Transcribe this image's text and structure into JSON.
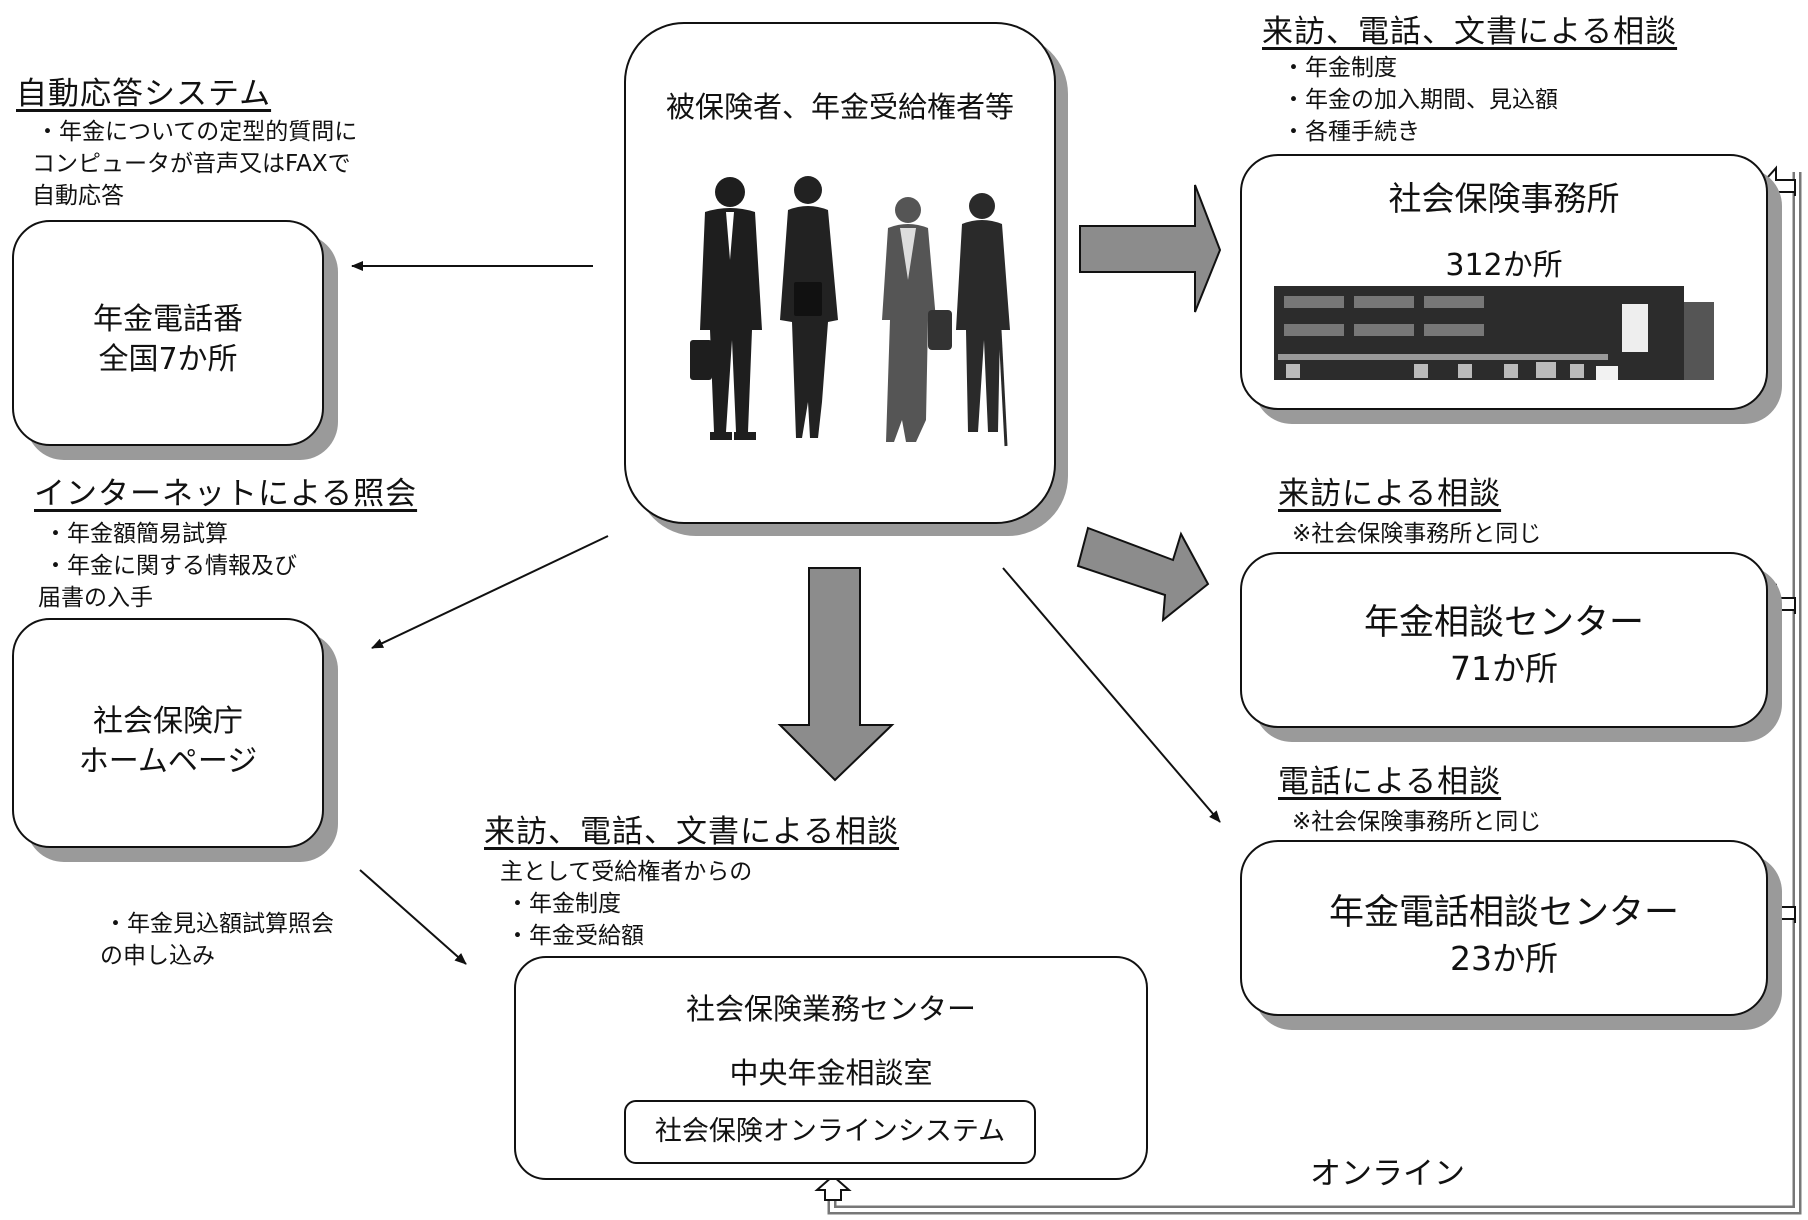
{
  "center": {
    "title": "被保険者、年金受給権者等",
    "people_icon": "people-group-icon"
  },
  "auto_response": {
    "heading": "自動応答システム",
    "lines": [
      "・年金についての定型的質問に",
      "コンピュータが音声又はFAXで",
      "自動応答"
    ],
    "box": {
      "line1": "年金電話番",
      "line2": "全国7か所"
    }
  },
  "internet": {
    "heading": "インターネットによる照会",
    "lines": [
      "・年金額簡易試算",
      "・年金に関する情報及び",
      "届書の入手"
    ],
    "box": {
      "line1": "社会保険庁",
      "line2": "ホームページ"
    },
    "note_lines": [
      "・年金見込額試算照会",
      "の申し込み"
    ]
  },
  "office": {
    "heading": "来訪、電話、文書による相談",
    "lines": [
      "・年金制度",
      "・年金の加入期間、見込額",
      "・各種手続き"
    ],
    "box": {
      "title": "社会保険事務所",
      "count": "312か所",
      "building_icon": "office-building-icon"
    }
  },
  "visit_center": {
    "heading": "来訪による相談",
    "note": "※社会保険事務所と同じ",
    "box": {
      "line1": "年金相談センター",
      "line2": "71か所"
    }
  },
  "phone_center": {
    "heading": "電話による相談",
    "note": "※社会保険事務所と同じ",
    "box": {
      "line1": "年金電話相談センター",
      "line2": "23か所"
    }
  },
  "business_center": {
    "heading": "来訪、電話、文書による相談",
    "lines": [
      "主として受給権者からの",
      "・年金制度",
      "・年金受給額"
    ],
    "box": {
      "line1": "社会保険業務センター",
      "line2": "中央年金相談室",
      "inner": "社会保険オンラインシステム"
    }
  },
  "online_label": "オンライン",
  "colors": {
    "shadow": "#9a9a9a",
    "arrow_fill": "#8c8c8c",
    "line": "#111111"
  }
}
